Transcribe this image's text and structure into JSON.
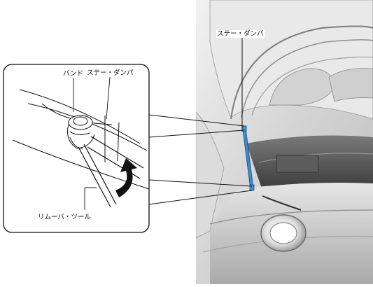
{
  "labels": {
    "stay_damper_main": "ステー・ダンパ",
    "stay_damper_detail": "ステー・ダンパ",
    "band": "バンド",
    "removal_tool": "リムーバ・ツール"
  },
  "colors": {
    "damper_highlight": "#3d8fd6",
    "line": "#111111",
    "photo_bg": "#c9c9c9"
  },
  "icons": {
    "rotation_arrow": "curved-arrow-icon"
  }
}
